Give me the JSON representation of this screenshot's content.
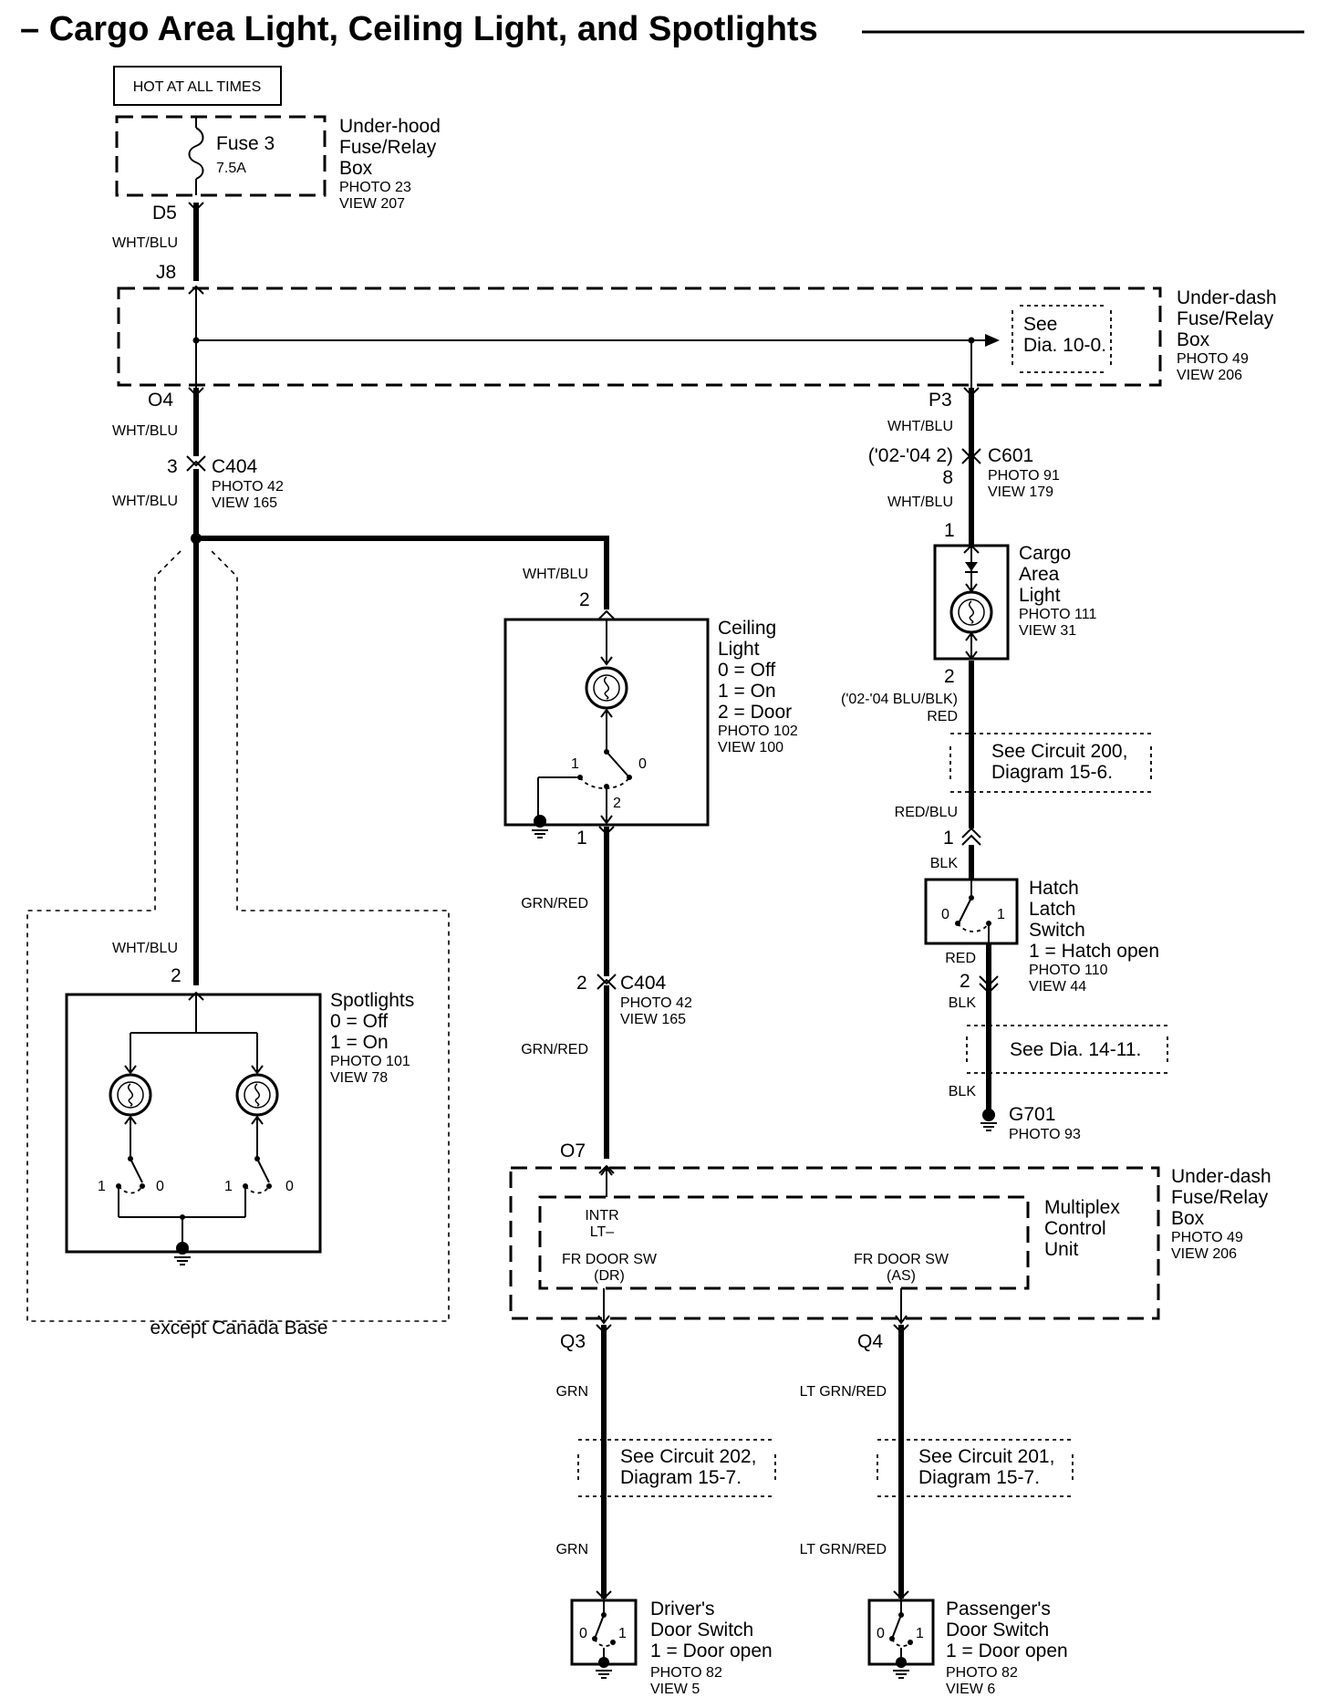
{
  "title": "– Cargo Area Light, Ceiling Light, and Spotlights",
  "hot_label": "HOT AT ALL TIMES",
  "underhood_box": {
    "line1": "Under-hood",
    "line2": "Fuse/Relay",
    "line3": "Box",
    "photo": "PHOTO 23",
    "view": "VIEW 207"
  },
  "fuse": {
    "name": "Fuse 3",
    "rating": "7.5A"
  },
  "pins": {
    "d5": "D5",
    "j8": "J8",
    "o4": "O4",
    "p3": "P3",
    "o7": "O7",
    "q3": "Q3",
    "q4": "Q4"
  },
  "wires": {
    "wht_blu": "WHT/BLU",
    "grn_red": "GRN/RED",
    "grn": "GRN",
    "lt_grn_red": "LT GRN/RED",
    "red": "RED",
    "red_blu": "RED/BLU",
    "blk": "BLK",
    "alt_blu_blk": "('02-'04 BLU/BLK)"
  },
  "underdash_box": {
    "line1": "Under-dash",
    "line2": "Fuse/Relay",
    "line3": "Box",
    "photo": "PHOTO 49",
    "view": "VIEW 206"
  },
  "see_dia_10": {
    "line1": "See",
    "line2": "Dia. 10-0."
  },
  "c404_top": {
    "pin": "3",
    "name": "C404",
    "photo": "PHOTO 42",
    "view": "VIEW 165"
  },
  "c601": {
    "years": "('02-'04 2)",
    "pin": "8",
    "name": "C601",
    "photo": "PHOTO 91",
    "view": "VIEW 179"
  },
  "cargo_light": {
    "pin_top": "1",
    "pin_bottom": "2",
    "line1": "Cargo",
    "line2": "Area",
    "line3": "Light",
    "photo": "PHOTO 111",
    "view": "VIEW 31"
  },
  "ceiling_light": {
    "pin_top": "2",
    "pin_bottom": "1",
    "line1": "Ceiling",
    "line2": "Light",
    "state0": "0 =  Off",
    "state1": "1 =  On",
    "state2": "2 =  Door",
    "photo": "PHOTO 102",
    "view": "VIEW 100",
    "sw_pos1": "1",
    "sw_pos0": "0",
    "sw_pos2": "2"
  },
  "see_circuit_200": {
    "line1": "See Circuit 200,",
    "line2": "Diagram 15-6."
  },
  "hatch_switch": {
    "pin_top": "1",
    "pin_bottom": "2",
    "line1": "Hatch",
    "line2": "Latch",
    "line3": "Switch",
    "state1": "1 = Hatch open",
    "photo": "PHOTO 110",
    "view": "VIEW 44",
    "pos0": "0",
    "pos1": "1"
  },
  "see_dia_14": "See Dia. 14-11.",
  "ground_g701": {
    "name": "G701",
    "photo": "PHOTO 93"
  },
  "spotlights": {
    "pin": "2",
    "line1": "Spotlights",
    "state0": "0 = Off",
    "state1": "1 = On",
    "photo": "PHOTO 101",
    "view": "VIEW 78",
    "pos1": "1",
    "pos0": "0"
  },
  "except_label": "except Canada Base",
  "c404_mid": {
    "pin": "2",
    "name": "C404",
    "photo": "PHOTO 42",
    "view": "VIEW 165"
  },
  "underdash_box2": {
    "line1": "Under-dash",
    "line2": "Fuse/Relay",
    "line3": "Box",
    "photo": "PHOTO 49",
    "view": "VIEW 206"
  },
  "multiplex": {
    "line1": "Multiplex",
    "line2": "Control",
    "line3": "Unit",
    "intr1": "INTR",
    "intr2": "LT–",
    "frdr1": "FR DOOR SW",
    "frdr2": "(DR)",
    "fras1": "FR DOOR SW",
    "fras2": "(AS)"
  },
  "see_circuit_202": {
    "line1": "See Circuit 202,",
    "line2": "Diagram 15-7."
  },
  "see_circuit_201": {
    "line1": "See Circuit 201,",
    "line2": "Diagram 15-7."
  },
  "driver_switch": {
    "line1": "Driver's",
    "line2": "Door Switch",
    "state1": "1 =  Door open",
    "photo": "PHOTO 82",
    "view": "VIEW 5",
    "pos0": "0",
    "pos1": "1"
  },
  "passenger_switch": {
    "line1": "Passenger's",
    "line2": "Door Switch",
    "state1": "1 =  Door open",
    "photo": "PHOTO 82",
    "view": "VIEW 6",
    "pos0": "0",
    "pos1": "1"
  }
}
